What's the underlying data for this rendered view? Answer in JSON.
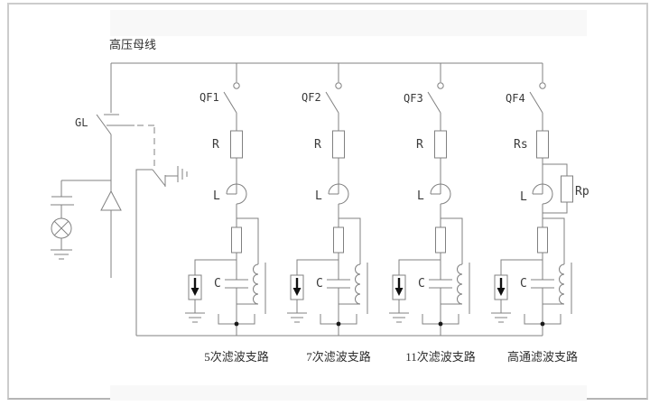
{
  "diagram": {
    "busbar_label": "高压母线",
    "disconnector_label": "GL",
    "parallel_resistor_label": "Rp",
    "line_color": "#808080",
    "text_color": "#3a3a3a",
    "branches": [
      {
        "breaker": "QF1",
        "series_resistor": "R",
        "reactor": "L",
        "capacitor": "C",
        "name": "5次滤波支路"
      },
      {
        "breaker": "QF2",
        "series_resistor": "R",
        "reactor": "L",
        "capacitor": "C",
        "name": "7次滤波支路"
      },
      {
        "breaker": "QF3",
        "series_resistor": "R",
        "reactor": "L",
        "capacitor": "C",
        "name": "11次滤波支路"
      },
      {
        "breaker": "QF4",
        "series_resistor": "Rs",
        "reactor": "L",
        "capacitor": "C",
        "name": "高通滤波支路"
      }
    ]
  }
}
